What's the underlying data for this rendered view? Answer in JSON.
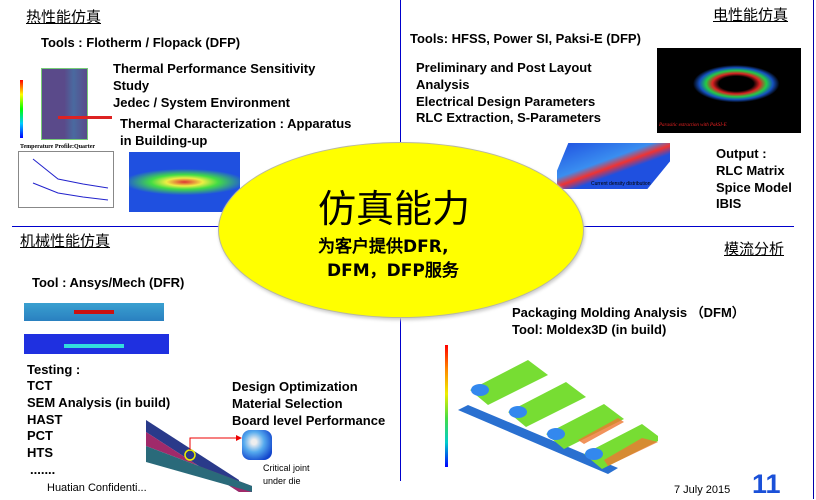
{
  "center": {
    "title": "仿真能力",
    "line1": "为客户提供DFR,",
    "line2": "DFM，DFP服务"
  },
  "thermal": {
    "heading": "热性能仿真",
    "tools": "Tools : Flotherm / Flopack (DFP)",
    "items": [
      "Thermal Performance Sensitivity",
      "Study",
      "Jedec / System Environment"
    ],
    "char1": "Thermal Characterization : Apparatus",
    "char2": "in Building-up",
    "chart_title": "Temperature Profile:Quarter"
  },
  "electrical": {
    "heading": "电性能仿真",
    "tools": "Tools: HFSS, Power SI, Paksi-E (DFP)",
    "items": [
      "Preliminary and Post Layout",
      "Analysis",
      "Electrical Design Parameters",
      "RLC Extraction, S-Parameters"
    ],
    "image_caption": "Parasitic extraction with PakSI-E",
    "current_caption": "Current density distribution",
    "output": [
      "Output :",
      "RLC Matrix",
      "Spice Model",
      "IBIS"
    ]
  },
  "mechanical": {
    "heading": "机械性能仿真",
    "tools": "Tool : Ansys/Mech (DFR)",
    "testing": [
      "Testing :",
      "TCT",
      "SEM Analysis (in build)",
      "HAST",
      "PCT",
      "HTS",
      "......."
    ],
    "design": [
      "Design Optimization",
      "Material Selection",
      "Board level Performance"
    ],
    "critical": [
      "Critical joint",
      "under die"
    ]
  },
  "molding": {
    "heading": "模流分析",
    "line1": "Packaging Molding Analysis （DFM）",
    "line2": "Tool: Moldex3D (in build)"
  },
  "footer": {
    "confidential": "Huatian Confidenti...",
    "date": "7 July 2015",
    "page": "11"
  }
}
